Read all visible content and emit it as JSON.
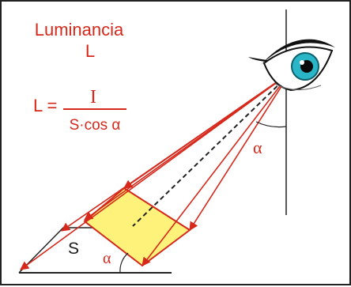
{
  "title": "Luminancia",
  "symbol": "L",
  "formula": {
    "lhs": "L =",
    "numerator": "I",
    "denominator": "S·cos α"
  },
  "labels": {
    "angle_upper": "α",
    "angle_lower": "α",
    "surface": "S"
  },
  "colors": {
    "accent": "#d6281b",
    "surface_fill": "#fff27a",
    "eye_iris": "#2bb6c7"
  }
}
